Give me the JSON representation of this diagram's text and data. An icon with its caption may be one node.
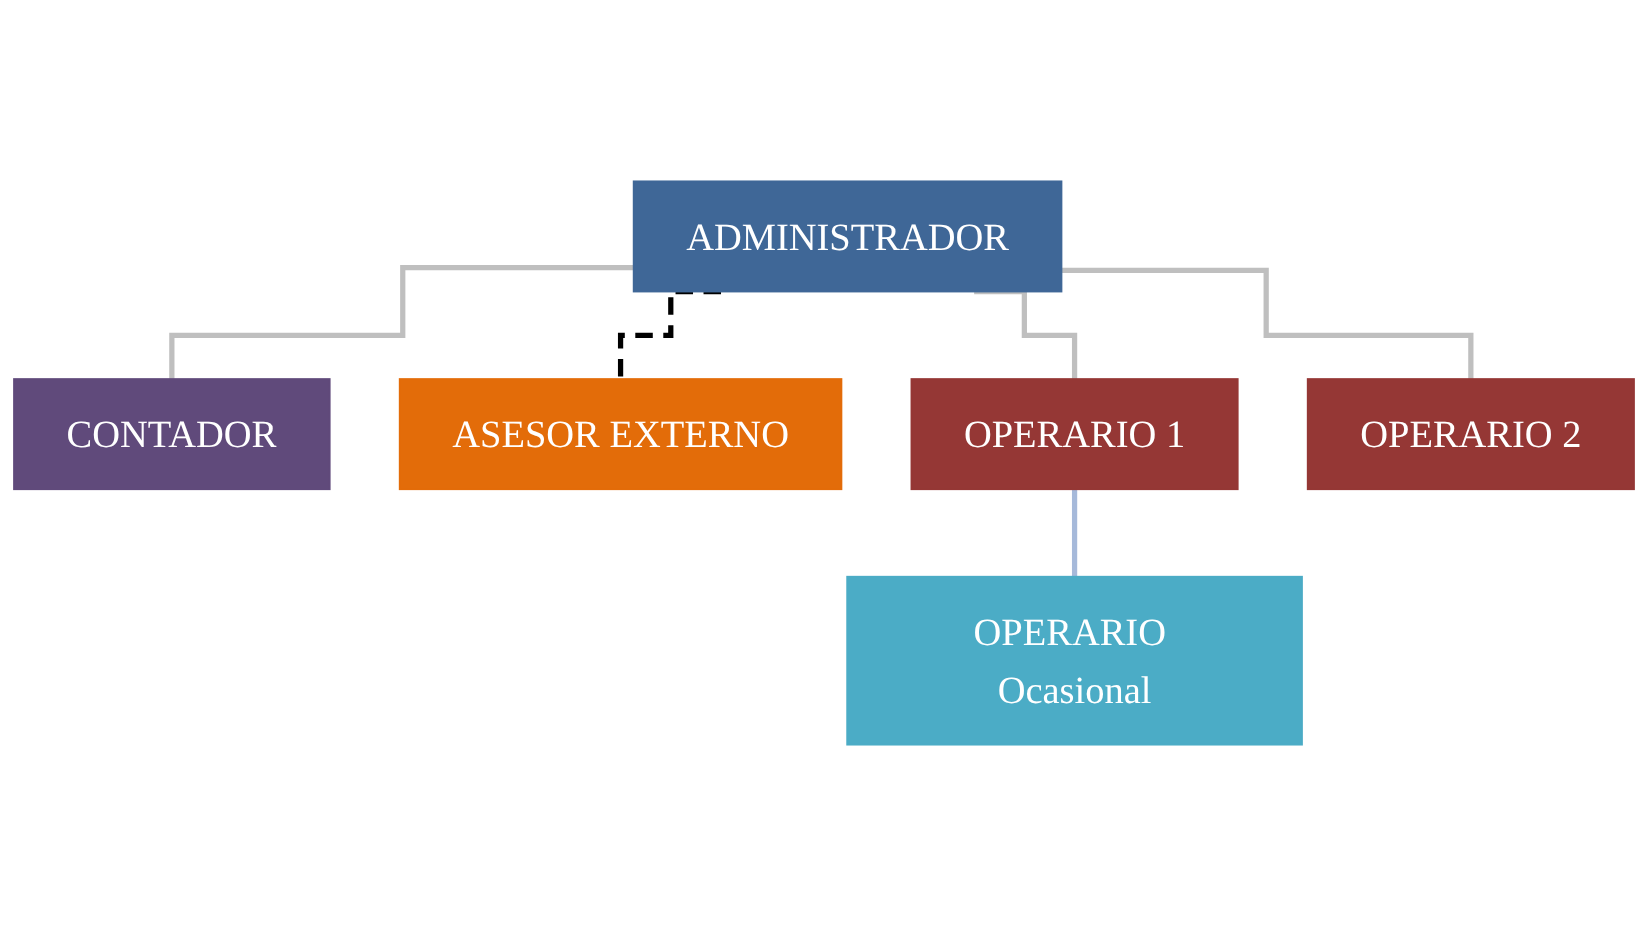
{
  "diagram": {
    "nodes": [
      {
        "text": [
          "ADMINISTRADOR"
        ]
      },
      {
        "text": [
          "CONTADOR"
        ]
      },
      {
        "text": [
          "ASESOR EXTERNO"
        ]
      },
      {
        "text": [
          "OPERARIO 1"
        ]
      },
      {
        "text": [
          "OPERARIO 2"
        ]
      },
      {
        "text": [
          "OPERARIO Ocasional"
        ]
      }
    ],
    "edges": [
      {
        "from": 0,
        "to": 1,
        "arrow": "none"
      },
      {
        "from": 0,
        "to": 2,
        "arrow": "none",
        "style": "dashed",
        "color": "#000000"
      },
      {
        "from": 0,
        "to": 3,
        "arrow": "none"
      },
      {
        "from": 0,
        "to": 4,
        "arrow": "none"
      },
      {
        "from": 3,
        "to": 5,
        "arrow": "none",
        "color": "#a6b9da"
      }
    ]
  }
}
